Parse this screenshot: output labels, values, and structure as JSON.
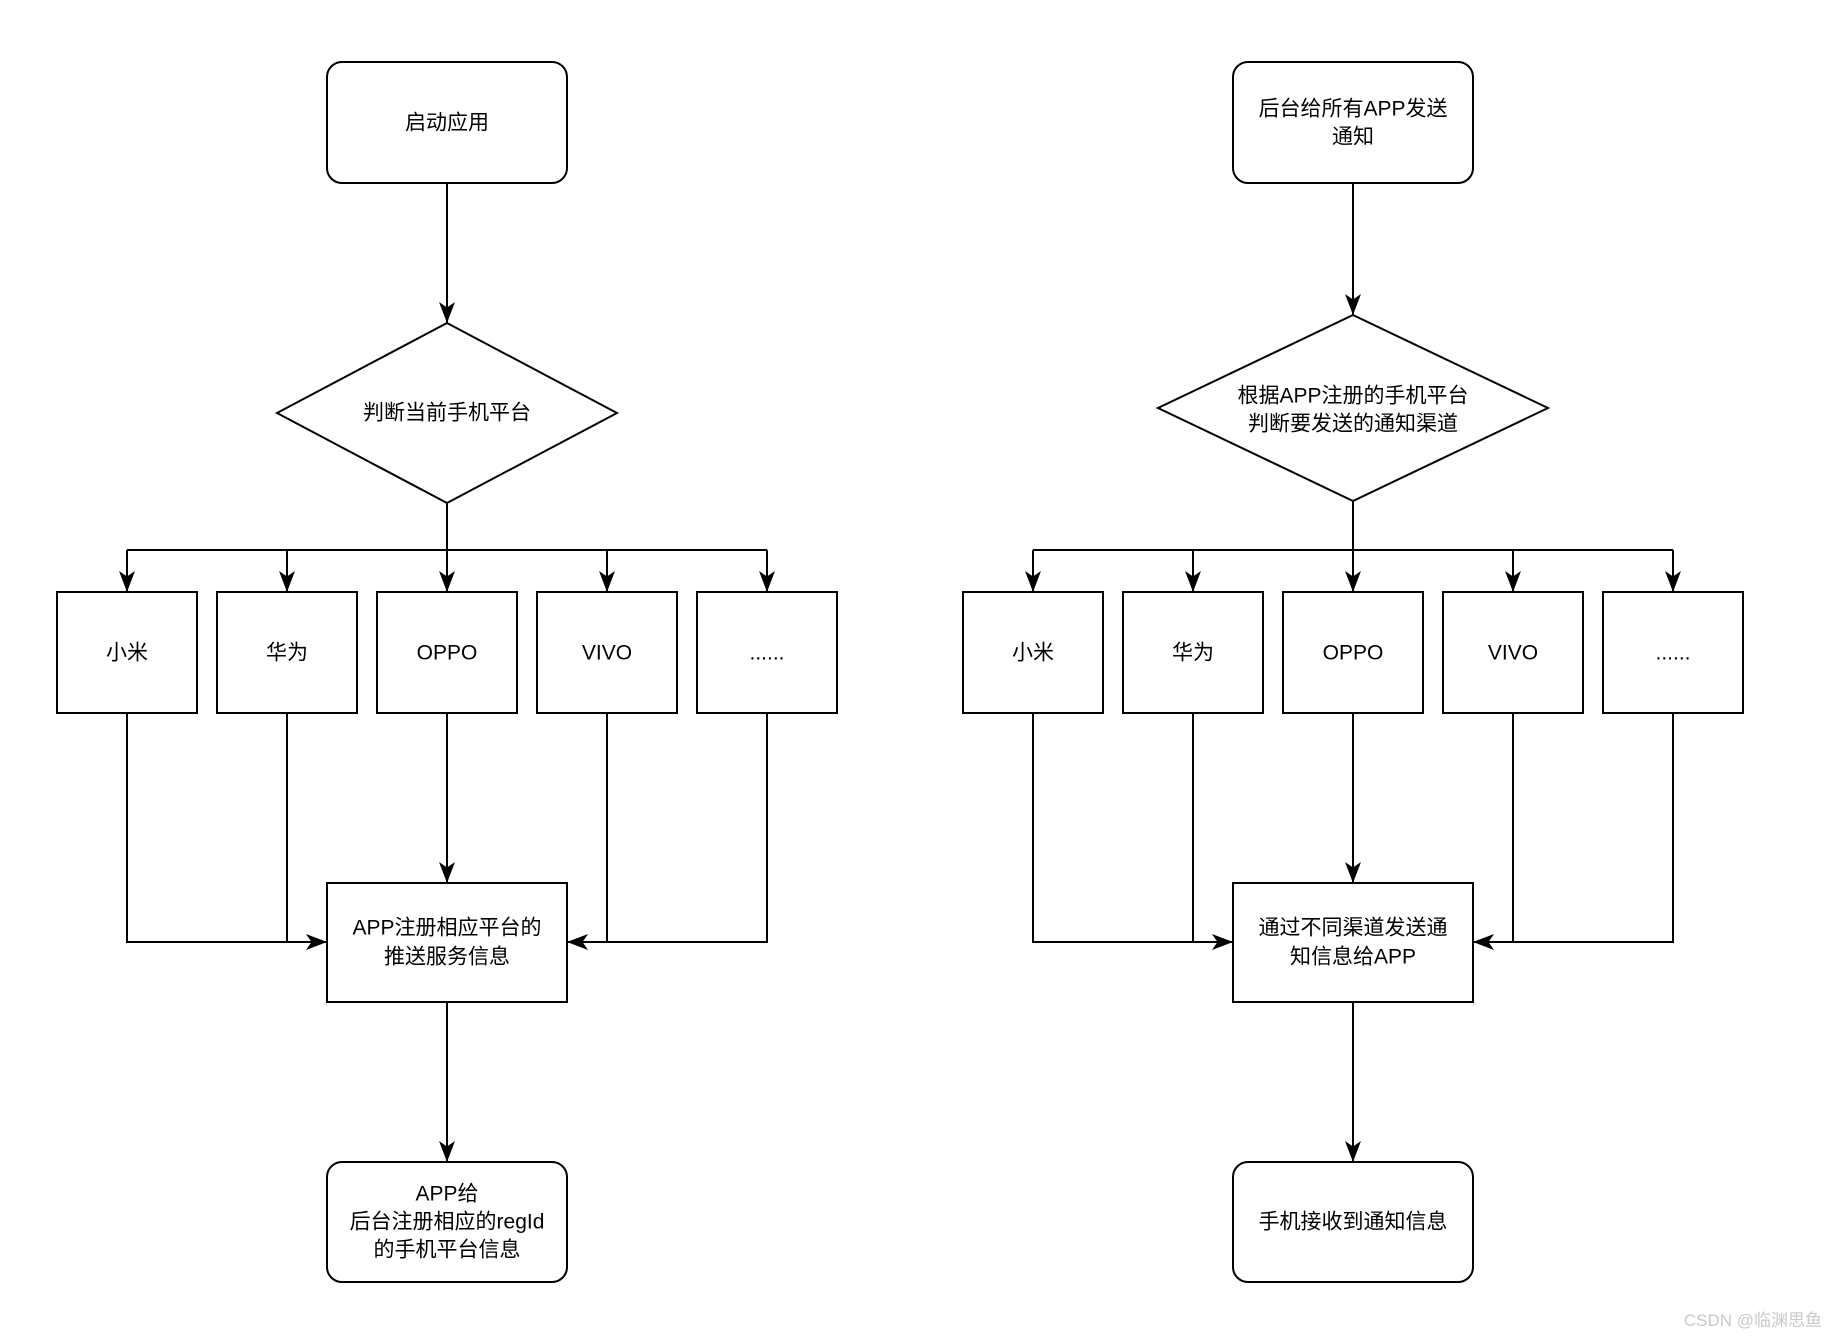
{
  "colors": {
    "stroke": "#000000",
    "background": "#ffffff",
    "watermark_text": "#c9c9c9"
  },
  "watermark": "CSDN @临渊思鱼",
  "left_flow": {
    "start": "启动应用",
    "decision": "判断当前手机平台",
    "platforms": [
      "小米",
      "华为",
      "OPPO",
      "VIVO",
      "......"
    ],
    "register_line1": "APP注册相应平台的",
    "register_line2": "推送服务信息",
    "result_line1": "APP给",
    "result_line2": "后台注册相应的regId",
    "result_line3": "的手机平台信息"
  },
  "right_flow": {
    "start_line1": "后台给所有APP发送",
    "start_line2": "通知",
    "decision_line1": "根据APP注册的手机平台",
    "decision_line2": "判断要发送的通知渠道",
    "platforms": [
      "小米",
      "华为",
      "OPPO",
      "VIVO",
      "......"
    ],
    "send_line1": "通过不同渠道发送通",
    "send_line2": "知信息给APP",
    "receive": "手机接收到通知信息"
  }
}
